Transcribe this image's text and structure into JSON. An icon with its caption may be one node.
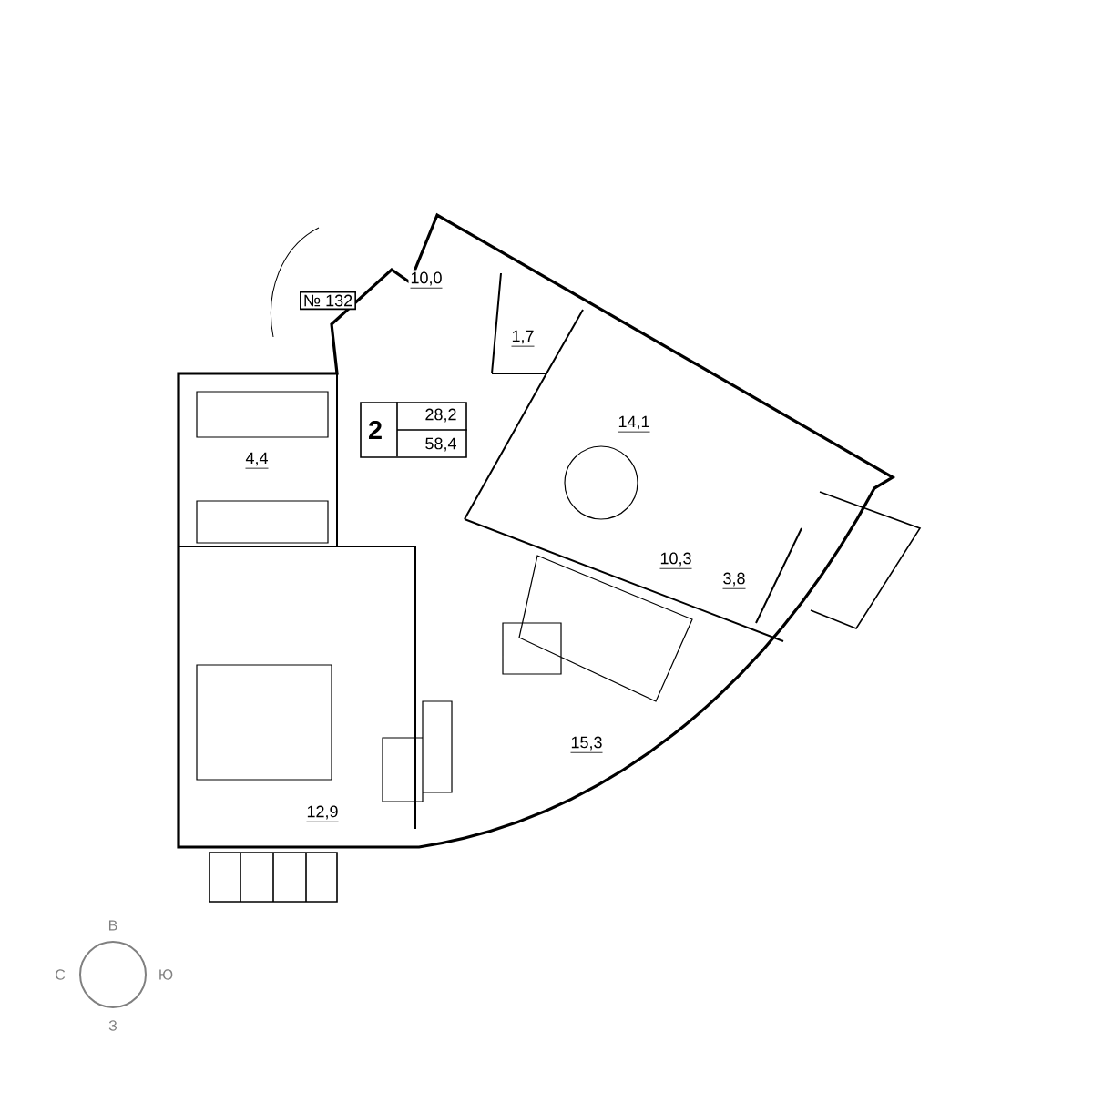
{
  "diagram": {
    "nodes": [
      {
        "text": [
          "№ 132"
        ]
      },
      {
        "text": [
          "2",
          "28,2",
          "58,4"
        ]
      }
    ],
    "labels": [
      "10,0",
      "1,7",
      "4,4",
      "14,1",
      "10,3",
      "3,8",
      "15,3",
      "12,9",
      "В",
      "С",
      "Ю",
      "З"
    ]
  }
}
